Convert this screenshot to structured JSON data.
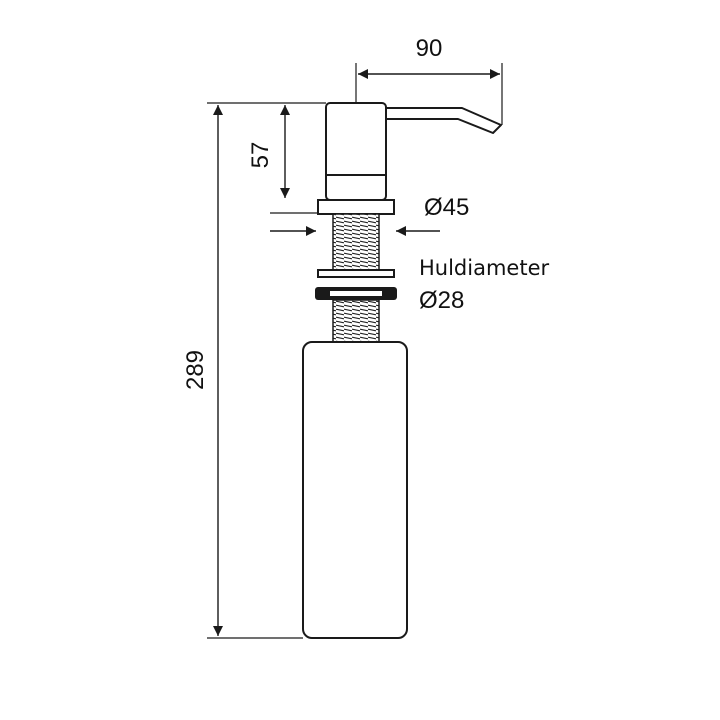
{
  "diagram": {
    "dimensions": {
      "spout_reach": "90",
      "head_height": "57",
      "collar_diameter": "Ø45",
      "total_height": "289"
    },
    "hole_note": {
      "label": "Huldiameter",
      "value": "Ø28"
    }
  }
}
